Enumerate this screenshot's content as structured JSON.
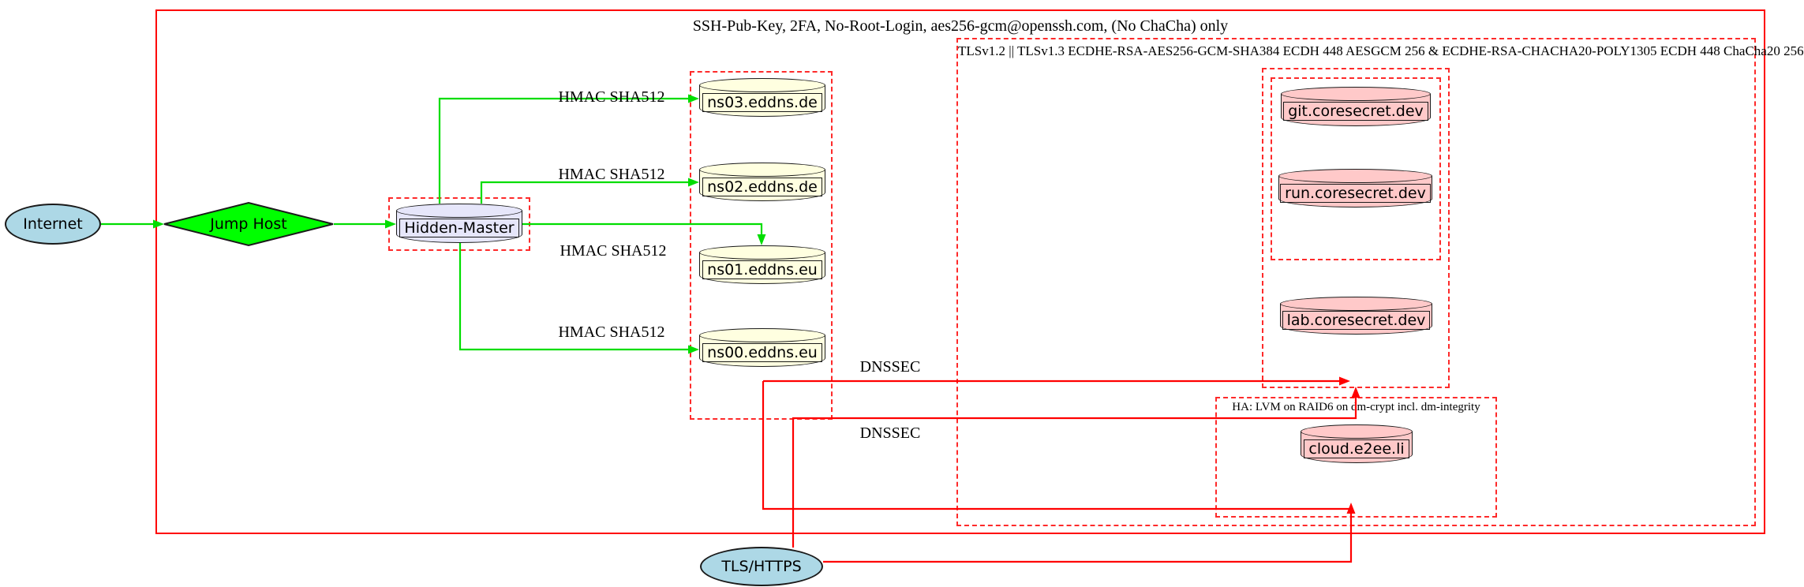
{
  "diagram": {
    "clusters": {
      "ssh": {
        "label": "SSH-Pub-Key, 2FA, No-Root-Login, aes256-gcm@openssh.com, (No ChaCha) only"
      },
      "tls": {
        "label": "TLSv1.2 || TLSv1.3 ECDHE-RSA-AES256-GCM-SHA384 ECDH 448 AESGCM 256 & ECDHE-RSA-CHACHA20-POLY1305 ECDH 448 ChaCha20 256"
      },
      "ha": {
        "label": "HA: LVM on RAID6 on dm-crypt incl. dm-integrity"
      }
    },
    "nodes": {
      "internet": {
        "label": "Internet",
        "fill": "#add8e6"
      },
      "jump_host": {
        "label": "Jump Host",
        "fill": "#00ff00"
      },
      "hidden_master": {
        "label": "Hidden-Master",
        "fill": "#e6e6fa"
      },
      "ns03": {
        "label": "ns03.eddns.de",
        "fill": "#ffffe0"
      },
      "ns02": {
        "label": "ns02.eddns.de",
        "fill": "#ffffe0"
      },
      "ns01": {
        "label": "ns01.eddns.eu",
        "fill": "#ffffe0"
      },
      "ns00": {
        "label": "ns00.eddns.eu",
        "fill": "#ffffe0"
      },
      "git": {
        "label": "git.coresecret.dev",
        "fill": "#ffc9c9"
      },
      "run": {
        "label": "run.coresecret.dev",
        "fill": "#ffc9c9"
      },
      "lab": {
        "label": "lab.coresecret.dev",
        "fill": "#ffc9c9"
      },
      "cloud": {
        "label": "cloud.e2ee.li",
        "fill": "#ffc9c9"
      },
      "tls_https": {
        "label": "TLS/HTTPS",
        "fill": "#add8e6"
      }
    },
    "edge_labels": {
      "hmac1": "HMAC SHA512",
      "hmac2": "HMAC SHA512",
      "hmac3": "HMAC SHA512",
      "hmac4": "HMAC SHA512",
      "dnssec1": "DNSSEC",
      "dnssec2": "DNSSEC"
    },
    "colors": {
      "edge_green": "#00dd00",
      "edge_red": "#ff0000",
      "cluster_red": "#fe2a2a",
      "node_border": "#1a1a1a"
    }
  }
}
